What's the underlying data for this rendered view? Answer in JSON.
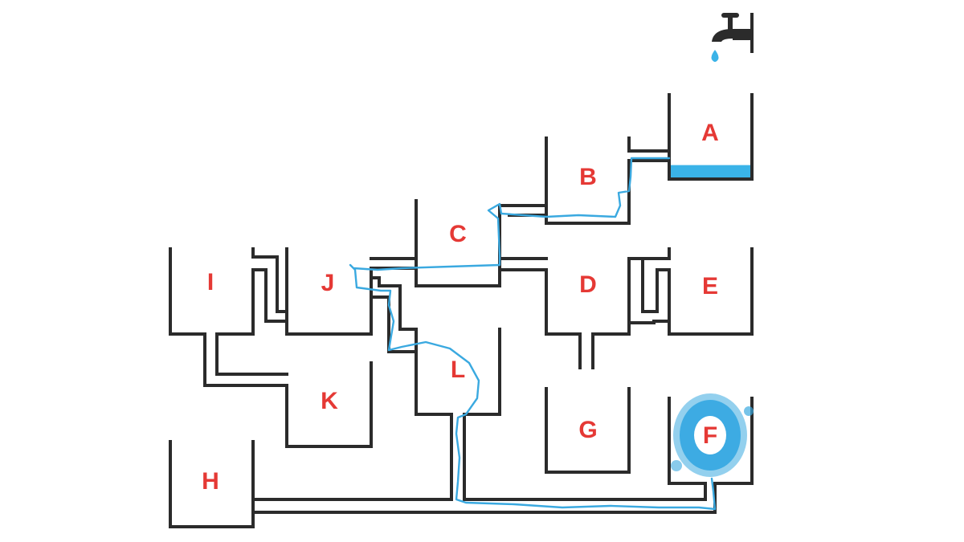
{
  "colors": {
    "pipe": "#2b2b2b",
    "water": "#3aa9e0",
    "label": "#e53935",
    "background": "#ffffff"
  },
  "icons": {
    "tap": "faucet-icon",
    "drop": "water-drop-icon"
  },
  "containers": [
    {
      "id": "A",
      "label": "A",
      "water_level": 0.15
    },
    {
      "id": "B",
      "label": "B"
    },
    {
      "id": "C",
      "label": "C"
    },
    {
      "id": "D",
      "label": "D"
    },
    {
      "id": "E",
      "label": "E"
    },
    {
      "id": "F",
      "label": "F",
      "highlighted": true
    },
    {
      "id": "G",
      "label": "G"
    },
    {
      "id": "H",
      "label": "H"
    },
    {
      "id": "I",
      "label": "I"
    },
    {
      "id": "J",
      "label": "J"
    },
    {
      "id": "K",
      "label": "K"
    },
    {
      "id": "L",
      "label": "L"
    }
  ]
}
